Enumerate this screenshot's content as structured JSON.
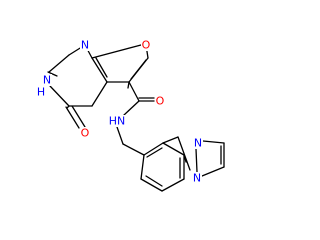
{
  "structure": {
    "atoms": [
      {
        "id": "N_pyrimidine_top",
        "label": "N",
        "color": "#0000ff"
      },
      {
        "id": "O_furan",
        "label": "O",
        "color": "#ff0000"
      },
      {
        "id": "NH_pyrimidinone",
        "label": "H",
        "sub_label": "N",
        "color": "#0000ff"
      },
      {
        "id": "O_ketone",
        "label": "O",
        "color": "#ff0000"
      },
      {
        "id": "O_amide",
        "label": "O",
        "color": "#ff0000"
      },
      {
        "id": "NH_amide",
        "label": "HN",
        "color": "#0000ff"
      },
      {
        "id": "N_pyrazole_1",
        "label": "N",
        "color": "#0000ff"
      },
      {
        "id": "N_pyrazole_2",
        "label": "N",
        "color": "#0000ff"
      }
    ]
  }
}
